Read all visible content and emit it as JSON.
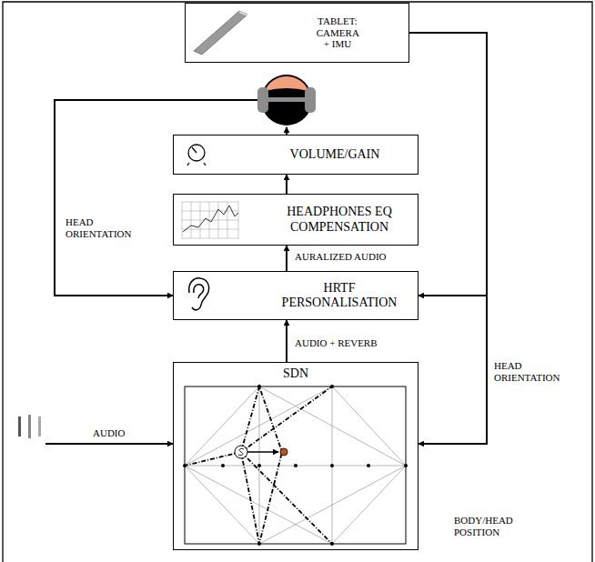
{
  "diagram": {
    "nodes": [
      {
        "text": [
          "TABLET: CAMERA + IMU"
        ]
      },
      {
        "text": [
          "VOLUME/GAIN"
        ]
      },
      {
        "text": [
          "HEADPHONES EQ COMPENSATION"
        ]
      },
      {
        "text": [
          "HRTF PERSONALISATION"
        ]
      },
      {
        "text": [
          "SDN"
        ]
      }
    ],
    "edges": [
      {
        "from": 4,
        "to": 3,
        "label": "AUDIO + REVERB",
        "arrow": "to"
      },
      {
        "from": 3,
        "to": 2,
        "label": "AURALIZED AUDIO",
        "arrow": "to"
      },
      {
        "from": 2,
        "to": 1,
        "arrow": "to"
      },
      {
        "from": 0,
        "to": 3,
        "label": "HEAD ORIENTATION",
        "arrow": "to"
      },
      {
        "from": 0,
        "to": 4,
        "label": "BODY/HEAD POSITION",
        "arrow": "to"
      }
    ],
    "labels": [
      "HEAD ORIENTATION",
      "AUDIO"
    ]
  }
}
